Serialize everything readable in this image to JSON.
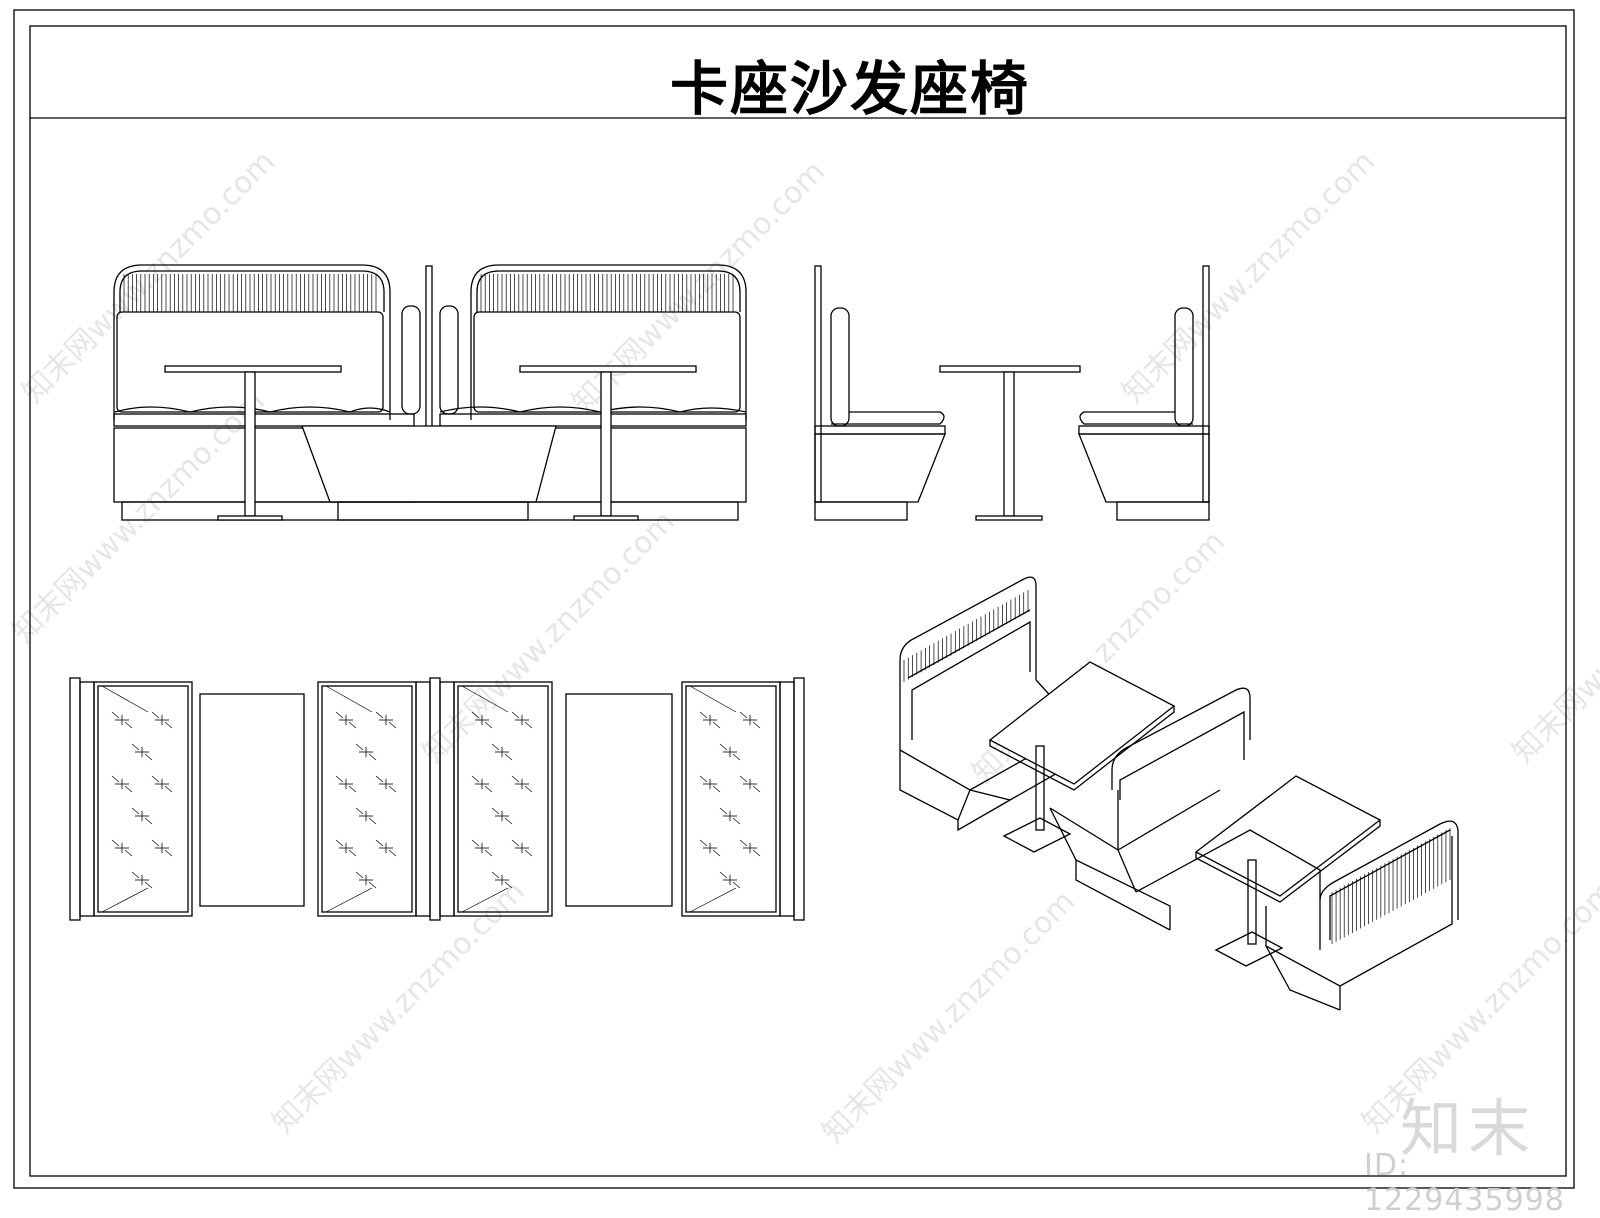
{
  "drawing": {
    "title": "卡座沙发座椅",
    "watermark_text": "知末网www.znzmo.com",
    "logo_text": "知末",
    "id_label": "ID: 1229435998"
  }
}
